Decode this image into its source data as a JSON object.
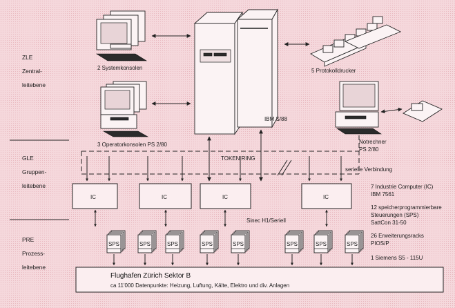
{
  "levels": [
    {
      "abbr": "ZLE",
      "line1": "Zentral-",
      "line2": "leitebene"
    },
    {
      "abbr": "GLE",
      "line1": "Gruppen-",
      "line2": "leitebene"
    },
    {
      "abbr": "PRE",
      "line1": "Prozess-",
      "line2": "leitebene"
    }
  ],
  "labels": {
    "systemkonsolen": "2 Systemkonsolen",
    "operatorkonsolen": "3 Operatorkonsolen PS 2/80",
    "ibm": "IBM S/88",
    "protokolldrucker": "5 Protokolldrucker",
    "notrechner1": "Notrechner",
    "notrechner2": "PS 2/80",
    "token_ring": "TOKEN RING",
    "serielle": "serielle Verbindung",
    "sinec": "Sinec H1/Seriell",
    "ic": "IC",
    "sps": "SPS"
  },
  "legend": {
    "ic_line1": "7 Industrie Computer (IC)",
    "ic_line2": "IBM 7561",
    "sps_line1": "12 speicherprogrammierbare",
    "sps_line2": "Steuerungen (SPS)",
    "sps_line3": "SattCon 31-50",
    "erw_line1": "26 Erweiterungsracks",
    "erw_line2": "PIOS/P",
    "siemens": "1 Siemens S5 - 115U"
  },
  "footer": {
    "title": "Flughafen Zürich Sektor B",
    "subtitle": "ca 11'000 Datenpunkte: Heizung, Luftung, Kälte, Elektro und div. Anlagen"
  }
}
